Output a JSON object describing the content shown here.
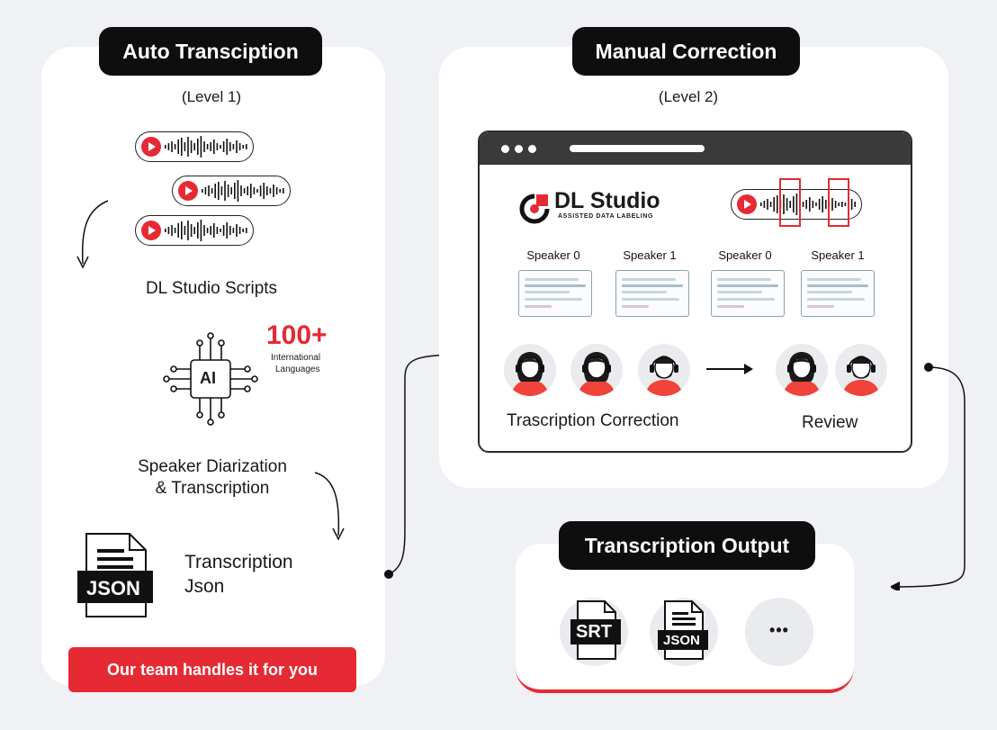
{
  "level1": {
    "title": "Auto Transciption",
    "level": "(Level 1)",
    "scripts_label": "DL Studio Scripts",
    "languages_count": "100+",
    "languages_label_1": "International",
    "languages_label_2": "Languages",
    "chip_label": "AI",
    "diarization_line1": "Speaker Diarization",
    "diarization_line2": "& Transcription",
    "json_badge": "JSON",
    "output_line1": "Transcription",
    "output_line2": "Json",
    "cta": "Our team handles it for you"
  },
  "level2": {
    "title": "Manual Correction",
    "level": "(Level 2)",
    "brand_name": "DL Studio",
    "brand_tagline": "ASSISTED DATA LABELING",
    "speakers": [
      "Speaker 0",
      "Speaker 1",
      "Speaker 0",
      "Speaker 1"
    ],
    "correction_label": "Trascription Correction",
    "review_label": "Review"
  },
  "output": {
    "title": "Transcription Output",
    "formats": [
      "SRT",
      "JSON"
    ],
    "more": "•••"
  },
  "colors": {
    "accent": "#e52a34",
    "dark": "#0e0e0e",
    "background": "#f0f1f4"
  }
}
